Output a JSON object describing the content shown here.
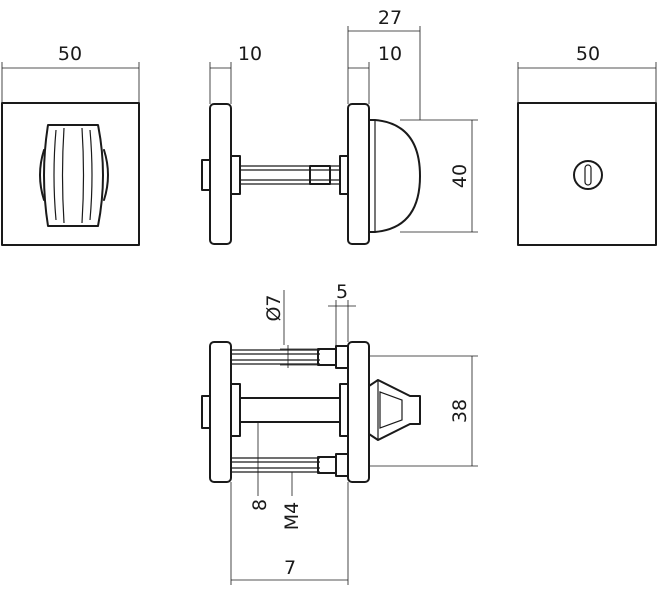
{
  "dimensions": {
    "front_width": "50",
    "side_rose_thickness": "10",
    "knob_total_depth": "27",
    "knob_rose_thickness": "10",
    "knob_diameter": "40",
    "back_width": "50",
    "pin_diameter": "Ø7",
    "pin_length": "5",
    "body_height": "38",
    "spindle_size": "8",
    "screw_thread": "M4",
    "base_width": "7"
  }
}
